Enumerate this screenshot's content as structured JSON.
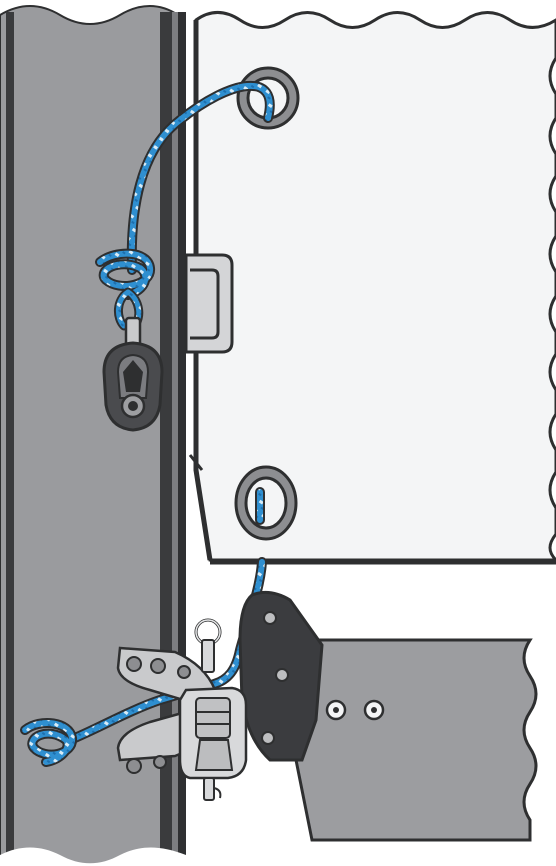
{
  "diagram": {
    "kind": "rigging-illustration",
    "colors": {
      "mast": "#9a9b9e",
      "mast_dark": "#3a3b3d",
      "sail": "#f4f5f6",
      "sail_outline": "#2e2f30",
      "boom": "#9c9da0",
      "rope_main": "#2f8fd0",
      "rope_fleck": "#d8ecf8",
      "block_body": "#4a4b4e",
      "fitting_metal": "#c9cacc",
      "gooseneck_dark": "#3b3c3f",
      "grommet": "#8d8e91"
    },
    "components": [
      "mast",
      "sail-luff",
      "sail-grommet-top",
      "sail-grommet-bottom",
      "luff-slide",
      "pulley-block",
      "downhaul-rope",
      "gooseneck-fitting",
      "boom",
      "boom-rivets",
      "cleat-pin"
    ]
  }
}
